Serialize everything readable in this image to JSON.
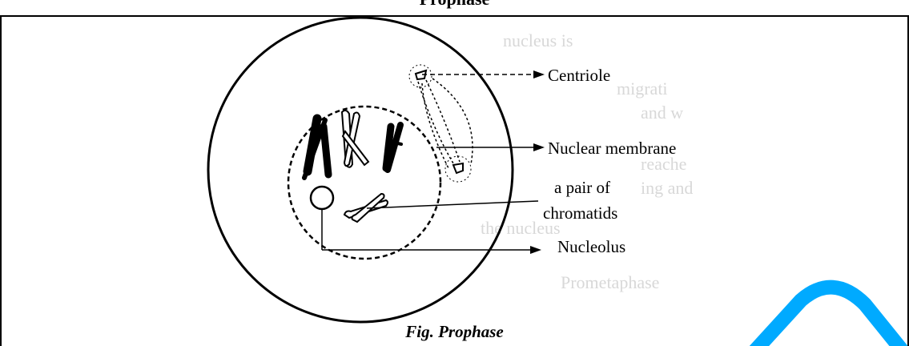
{
  "header": {
    "cut_title": "Prophase"
  },
  "background_text": {
    "lines": [
      "nucleus is",
      "migrati",
      "and w",
      "reache",
      "ing and",
      "the nucleus",
      "Prometaphase"
    ]
  },
  "labels": {
    "centriole": "Centriole",
    "nuclear_membrane": "Nuclear membrane",
    "chromatids_line1": "a pair of",
    "chromatids_line2": "chromatids",
    "nucleolus": "Nucleolus"
  },
  "caption": "Fig. Prophase",
  "colors": {
    "line": "#000000",
    "accent": "#00aaff"
  }
}
